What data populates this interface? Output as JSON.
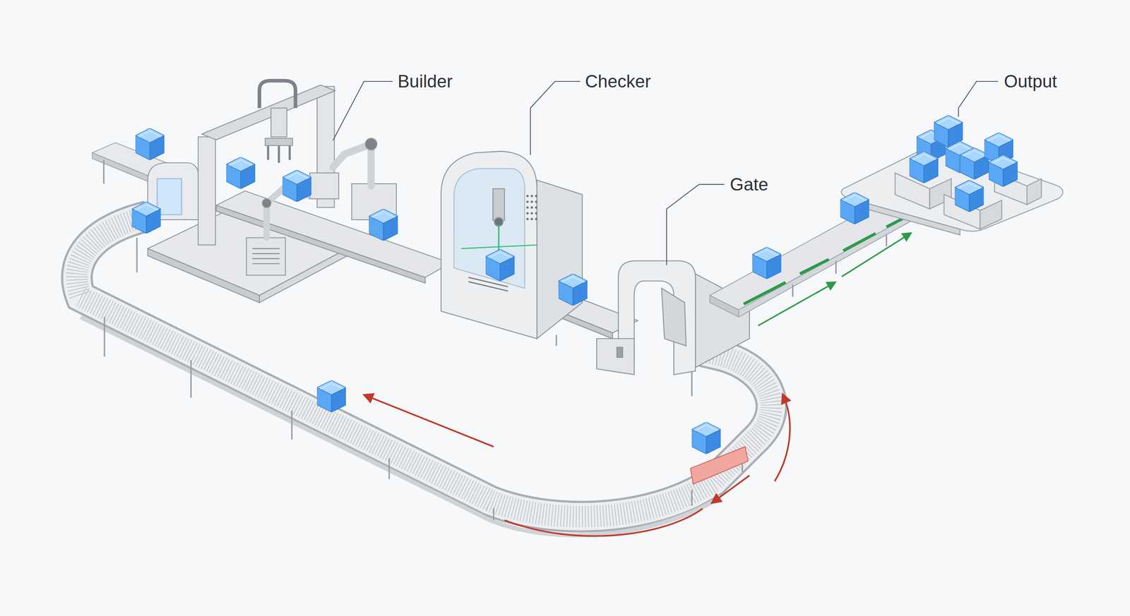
{
  "diagram": {
    "labels": [
      "Builder",
      "Checker",
      "Gate",
      "Output"
    ]
  }
}
